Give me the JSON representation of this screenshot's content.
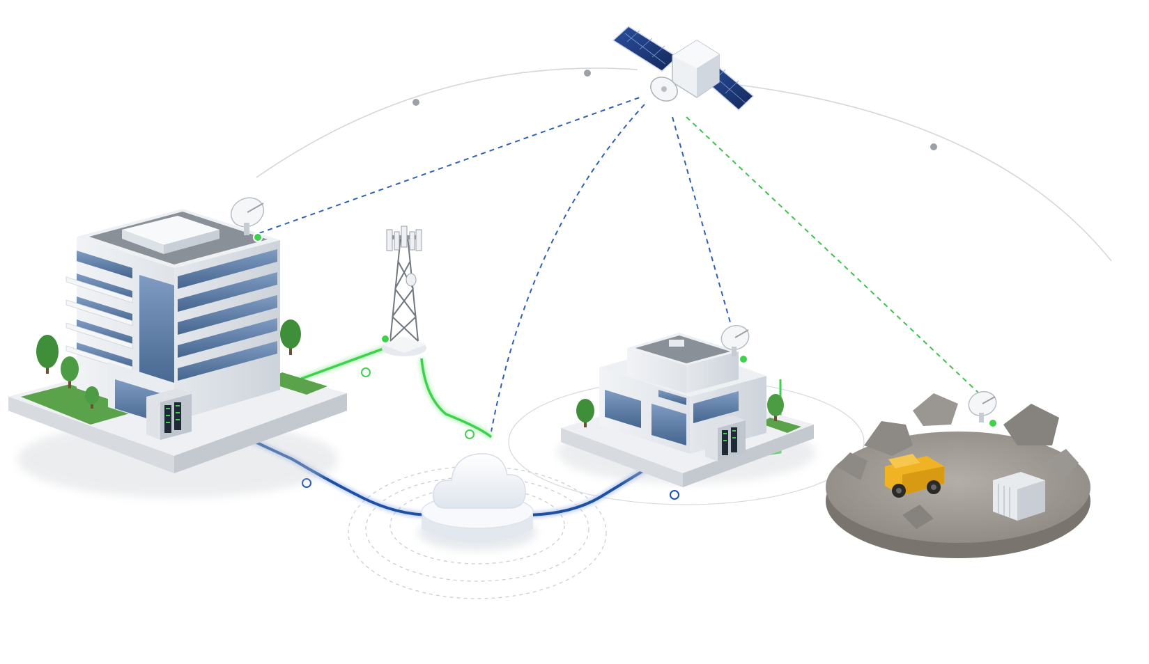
{
  "colors": {
    "background": "#ffffff",
    "satellite_link_blue": "#2f5fb3",
    "satellite_link_green": "#3cc24a",
    "fiber_blue": "#1d4fa3",
    "wireless_green": "#3ed14b",
    "orbit_grey": "#d3d6da",
    "node_grey": "#9ca1a8",
    "building_glass": "#5d7ea8",
    "building_wall": "#e8ecf0",
    "mining_truck": "#f0b323",
    "rock": "#8d8a86",
    "tree_green": "#3f8f3a"
  },
  "nodes": [
    {
      "id": "satellite",
      "icon": "satellite-icon"
    },
    {
      "id": "headquarters",
      "icon": "office-tower-icon"
    },
    {
      "id": "cell-tower",
      "icon": "cell-tower-icon"
    },
    {
      "id": "cloud",
      "icon": "cloud-icon"
    },
    {
      "id": "branch-office",
      "icon": "office-building-icon"
    },
    {
      "id": "mining-site",
      "icon": "mining-site-icon"
    }
  ],
  "links": [
    {
      "from": "headquarters",
      "to": "satellite",
      "style": "dashed",
      "color": "satellite_link_blue"
    },
    {
      "from": "cloud",
      "to": "satellite",
      "style": "dashed",
      "color": "satellite_link_blue"
    },
    {
      "from": "branch-office",
      "to": "satellite",
      "style": "dashed",
      "color": "satellite_link_blue"
    },
    {
      "from": "mining-site",
      "to": "satellite",
      "style": "dashed",
      "color": "satellite_link_green"
    },
    {
      "from": "headquarters",
      "to": "cell-tower",
      "style": "solid",
      "color": "wireless_green"
    },
    {
      "from": "cell-tower",
      "to": "cloud",
      "style": "solid",
      "color": "wireless_green"
    },
    {
      "from": "headquarters",
      "to": "cloud",
      "style": "solid",
      "color": "fiber_blue"
    },
    {
      "from": "cloud",
      "to": "branch-office",
      "style": "solid",
      "color": "fiber_blue"
    }
  ]
}
